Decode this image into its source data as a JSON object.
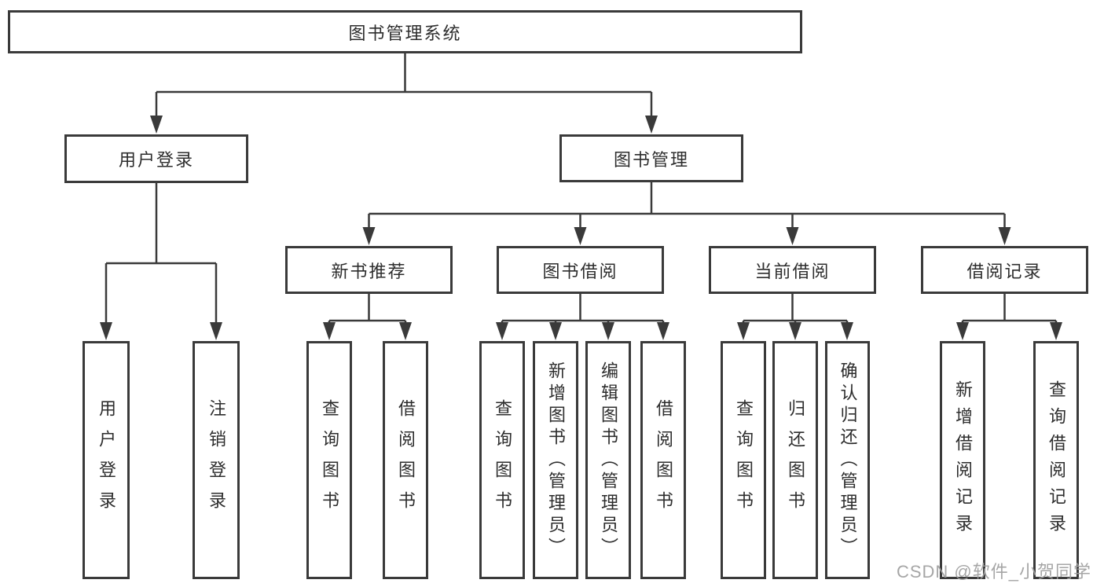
{
  "diagram": {
    "title": "图书管理系统",
    "root": {
      "label": "图书管理系统"
    },
    "level2": [
      {
        "id": "user-login",
        "label": "用户登录"
      },
      {
        "id": "book-management",
        "label": "图书管理"
      }
    ],
    "level3": [
      {
        "id": "new-book-recommend",
        "label": "新书推荐"
      },
      {
        "id": "book-borrow",
        "label": "图书借阅"
      },
      {
        "id": "current-borrow",
        "label": "当前借阅"
      },
      {
        "id": "borrow-records",
        "label": "借阅记录"
      }
    ],
    "leaves": [
      {
        "parent": "用户登录",
        "label": "用户登录"
      },
      {
        "parent": "用户登录",
        "label": "注销登录"
      },
      {
        "parent": "新书推荐",
        "label": "查询图书"
      },
      {
        "parent": "新书推荐",
        "label": "借阅图书"
      },
      {
        "parent": "图书借阅",
        "label": "查询图书"
      },
      {
        "parent": "图书借阅",
        "label": "新增图书（管理员）"
      },
      {
        "parent": "图书借阅",
        "label": "编辑图书（管理员）"
      },
      {
        "parent": "图书借阅",
        "label": "借阅图书"
      },
      {
        "parent": "当前借阅",
        "label": "查询图书"
      },
      {
        "parent": "当前借阅",
        "label": "归还图书"
      },
      {
        "parent": "当前借阅",
        "label": "确认归还（管理员）"
      },
      {
        "parent": "借阅记录",
        "label": "新增借阅记录"
      },
      {
        "parent": "借阅记录",
        "label": "查询借阅记录"
      }
    ],
    "colors": {
      "line": "#3a3a3a",
      "box_border": "#3a3a3a",
      "text": "#2d2d2d",
      "background": "#ffffff",
      "watermark": "#9e9e9e"
    }
  },
  "watermark": {
    "text": "CSDN @软件_小贺同学"
  }
}
